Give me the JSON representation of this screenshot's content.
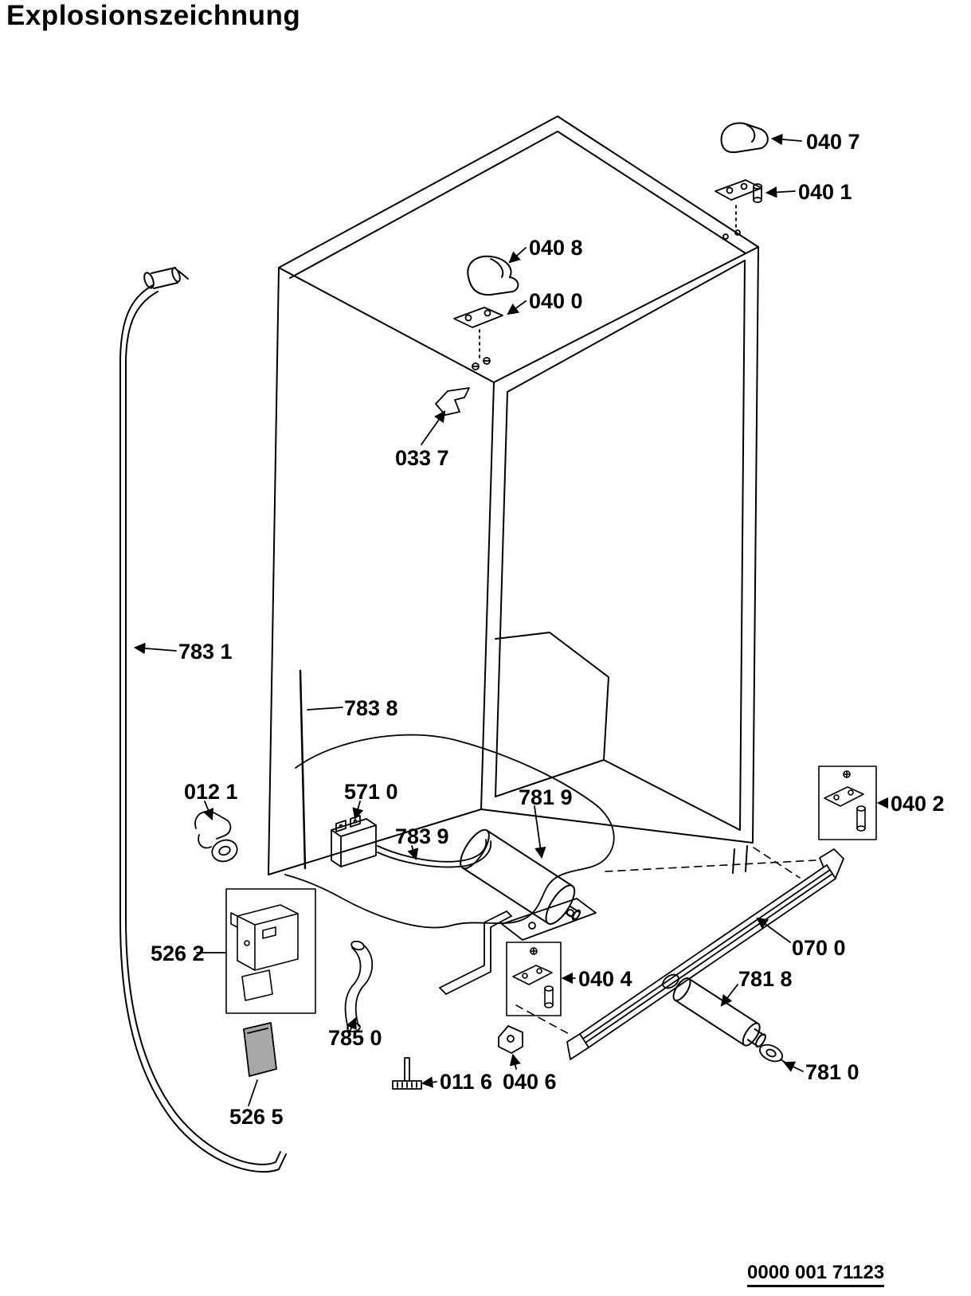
{
  "page": {
    "title": "Explosionszeichnung",
    "doc_number": "0000 001 71123"
  },
  "colors": {
    "line": "#000000",
    "background": "#ffffff"
  },
  "parts": [
    {
      "id": "040 7"
    },
    {
      "id": "040 1"
    },
    {
      "id": "040 8"
    },
    {
      "id": "040 0"
    },
    {
      "id": "033 7"
    },
    {
      "id": "783 1"
    },
    {
      "id": "783 8"
    },
    {
      "id": "012 1"
    },
    {
      "id": "571 0"
    },
    {
      "id": "781 9"
    },
    {
      "id": "783 9"
    },
    {
      "id": "040 2"
    },
    {
      "id": "526 2"
    },
    {
      "id": "070 0"
    },
    {
      "id": "040 4"
    },
    {
      "id": "781 8"
    },
    {
      "id": "785 0"
    },
    {
      "id": "011 6"
    },
    {
      "id": "040 6"
    },
    {
      "id": "781 0"
    },
    {
      "id": "526 5"
    }
  ]
}
